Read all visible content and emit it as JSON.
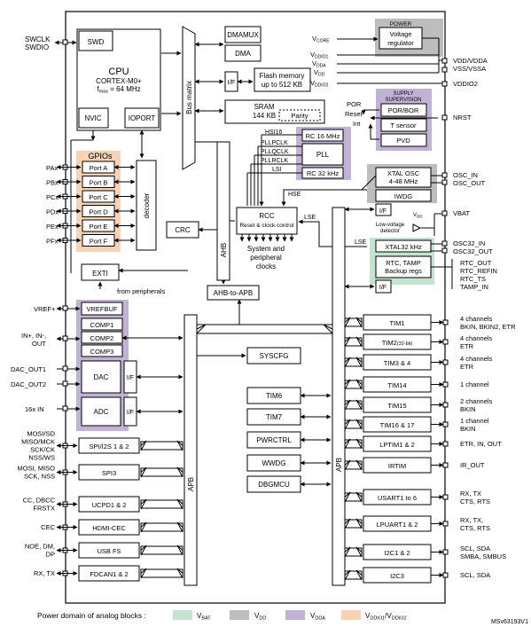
{
  "doc_id": "MSv63193V1",
  "cpu": {
    "title": "CPU",
    "core": "CORTEX-M0+",
    "fmax_prefix": "f",
    "fmax_sub": "max",
    "fmax_value": " = 64 MHz",
    "swd": "SWD",
    "nvic": "NVIC",
    "ioport": "IOPORT"
  },
  "gpio": {
    "title": "GPIOs",
    "ports": [
      "Port A",
      "Port B",
      "Port C",
      "Port D",
      "Port E",
      "Port F"
    ],
    "pins": [
      "PAx",
      "PBx",
      "PCx",
      "PDx",
      "PEx",
      "PFx"
    ],
    "decoder": "decoder",
    "exti": "EXTI",
    "from_peripherals": "from peripherals"
  },
  "left_pins": {
    "swclk": "SWCLK",
    "swdio": "SWDIO",
    "vref": "VREF+",
    "in_out_1": "IN+, IN-,",
    "in_out_2": "OUT",
    "dac_out1": "DAC_OUT1",
    "dac_out2": "DAC_OUT2",
    "adc_in": "16x IN",
    "spi1": [
      "MOSI/SD",
      "MISO/MCK",
      "SCK/CK",
      "NSS/WS"
    ],
    "spi3": [
      "MOSI, MISO",
      "SCK, NSS"
    ],
    "ucpd": [
      "CC, DBCC",
      "FRSTX"
    ],
    "cec": "CEC",
    "usb": [
      "NOE, DM,",
      "DP"
    ],
    "fdcan": "RX, TX"
  },
  "analog": {
    "vrefbuf": "VREFBUF",
    "comp1": "COMP1",
    "comp2": "COMP2",
    "comp3": "COMP3",
    "dac": "DAC",
    "adc": "ADC",
    "if": "I/F"
  },
  "bus": {
    "matrix": "Bus matrix",
    "ahb": "AHB",
    "apb": "APB",
    "ahb_to_apb": "AHB-to-APB"
  },
  "memory": {
    "dmamux": "DMAMUX",
    "dma": "DMA",
    "if": "I/F",
    "flash_1": "Flash memory",
    "flash_2": "up to 512 KB",
    "sram_1": "SRAM",
    "sram_2": "144 KB",
    "parity": "Parity"
  },
  "clock": {
    "hsi16": "HSI16",
    "pllpclk": "PLLPCLK",
    "pllqclk": "PLLQCLK",
    "pllrclk": "PLLRCLK",
    "lsi": "LSI",
    "rc16": "RC 16 MHz",
    "pll": "PLL",
    "rc32": "RC 32 kHz",
    "hse": "HSE",
    "lse": "LSE",
    "rcc_1": "RCC",
    "rcc_2": "Reset & clock control",
    "sys_1": "System and",
    "sys_2": "peripheral",
    "sys_3": "clocks",
    "crc": "CRC",
    "syscfg": "SYSCFG"
  },
  "power": {
    "title": "POWER",
    "reg_1": "Voltage",
    "reg_2": "regulator",
    "vcore": "V",
    "vcore_sub": "CORE",
    "vddio1": "V",
    "vddio1_sub": "DDIO1",
    "vdda": "V",
    "vdda_sub": "DDA",
    "vdd": "V",
    "vdd_sub": "DD",
    "vddio2": "V",
    "vddio2_sub": "DDIO2",
    "pin_vdd": "VDD/VDDA",
    "pin_vss": "VSS/VSSA",
    "pin_vddio2": "VDDIO2",
    "supervision_1": "SUPPLY",
    "supervision_2": "SUPERVISION",
    "porbor": "POR/BOR",
    "tsensor": "T sensor",
    "pvd": "PVD",
    "por": "POR",
    "reset": "Reset",
    "int": "Int",
    "nrst": "NRST"
  },
  "osc": {
    "xtal_1": "XTAL OSC",
    "xtal_2": "4-48 MHz",
    "iwdg": "IWDG",
    "if": "I/F",
    "osc_in": "OSC_IN",
    "osc_out": "OSC_OUT",
    "vbat": "VBAT",
    "vdd_small": "V",
    "vdd_small_sub": "DD",
    "lv_1": "Low-voltage",
    "lv_2": "detector",
    "xtal32": "XTAL32 kHz",
    "lse": "LSE",
    "osc32_in": "OSC32_IN",
    "osc32_out": "OSC32_OUT",
    "rtc_1": "RTC, TAMP",
    "rtc_2": "Backup regs",
    "rtc_if": "I/F",
    "rtc_pins": [
      "RTC_OUT",
      "RTC_REFIN",
      "RTC_TS",
      "TAMP_IN"
    ]
  },
  "timers_right": [
    {
      "name": "TIM1",
      "desc": [
        "4 channels",
        "BKIN, BKIN2, ETR"
      ]
    },
    {
      "name": "TIM2",
      "name_small": "(32-bit)",
      "desc": [
        "4 channels",
        "ETR"
      ]
    },
    {
      "name": "TIM3 & 4",
      "desc": [
        "4 channels",
        "ETR"
      ]
    },
    {
      "name": "TIM14",
      "desc": [
        "1 channel"
      ]
    },
    {
      "name": "TIM15",
      "desc": [
        "2 channels",
        "BKIN"
      ]
    },
    {
      "name": "TIM16 & 17",
      "desc": [
        "1 channel",
        "BKIN"
      ]
    },
    {
      "name": "LPTIM1 & 2",
      "desc": [
        "ETR, IN, OUT"
      ]
    },
    {
      "name": "IRTIM",
      "desc": [
        "IR_OUT"
      ]
    },
    {
      "name": "USART1 to 6",
      "desc": [
        "RX, TX",
        "CTS, RTS"
      ]
    },
    {
      "name": "LPUART1 & 2",
      "desc": [
        "RX, TX,",
        "CTS, RTS"
      ]
    },
    {
      "name": "I2C1 & 2",
      "desc": [
        "SCL, SDA",
        "SMBA, SMBUS"
      ]
    },
    {
      "name": "I2C3",
      "desc": [
        "SCL, SDA"
      ]
    }
  ],
  "middle": {
    "tim6": "TIM6",
    "tim7": "TIM7",
    "pwrctrl": "PWRCTRL",
    "wwdg": "WWDG",
    "dbgmcu": "DBGMCU"
  },
  "left_periph": {
    "spi12": "SPI/I2S 1 & 2",
    "spi3": "SPI3",
    "ucpd": "UCPD1 & 2",
    "hdmi": "HDMI-CEC",
    "usb": "USB FS",
    "fdcan": "FDCAN1 & 2"
  },
  "legend": {
    "title": "Power domain of analog blocks :",
    "vbat": "V",
    "vbat_sub": "BAT",
    "vdd": "V",
    "vdd_sub": "DD",
    "vdda": "V",
    "vdda_sub": "DDA",
    "vddio": "V",
    "vddio_sub": "DDIO1",
    "vddio_sep": "/V",
    "vddio_sub2": "DDIO2"
  },
  "colors": {
    "vbat": "#c5e4cf",
    "vdd": "#bdbdbd",
    "vdda": "#c1b3d6",
    "vddio": "#f6d3b4"
  }
}
